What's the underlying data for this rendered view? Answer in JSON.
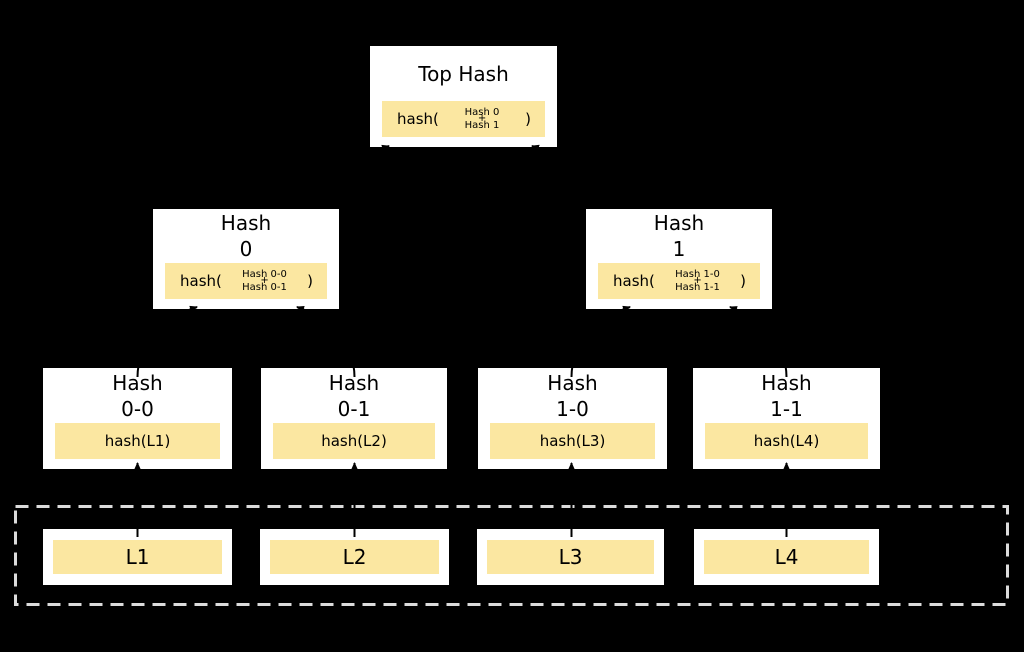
{
  "nodes": {
    "top": {
      "title": "Top Hash",
      "fn_open": "hash(",
      "arg1": "Hash 0",
      "op": "+",
      "arg2": "Hash 1",
      "fn_close": ")"
    },
    "h0": {
      "title1": "Hash",
      "title2": "0",
      "fn_open": "hash(",
      "arg1": "Hash 0-0",
      "op": "+",
      "arg2": "Hash 0-1",
      "fn_close": ")"
    },
    "h1": {
      "title1": "Hash",
      "title2": "1",
      "fn_open": "hash(",
      "arg1": "Hash 1-0",
      "op": "+",
      "arg2": "Hash 1-1",
      "fn_close": ")"
    },
    "h00": {
      "title1": "Hash",
      "title2": "0-0",
      "formula": "hash(L1)"
    },
    "h01": {
      "title1": "Hash",
      "title2": "0-1",
      "formula": "hash(L2)"
    },
    "h10": {
      "title1": "Hash",
      "title2": "1-0",
      "formula": "hash(L3)"
    },
    "h11": {
      "title1": "Hash",
      "title2": "1-1",
      "formula": "hash(L4)"
    }
  },
  "blocks": {
    "l1": "L1",
    "l2": "L2",
    "l3": "L3",
    "l4": "L4"
  },
  "colors": {
    "background": "#000000",
    "node_background": "#ffffff",
    "hash_highlight": "#fbe7a1",
    "text": "#000000",
    "arrow": "#000000",
    "data_blocks_dashed_border": "#dcdcdc"
  }
}
